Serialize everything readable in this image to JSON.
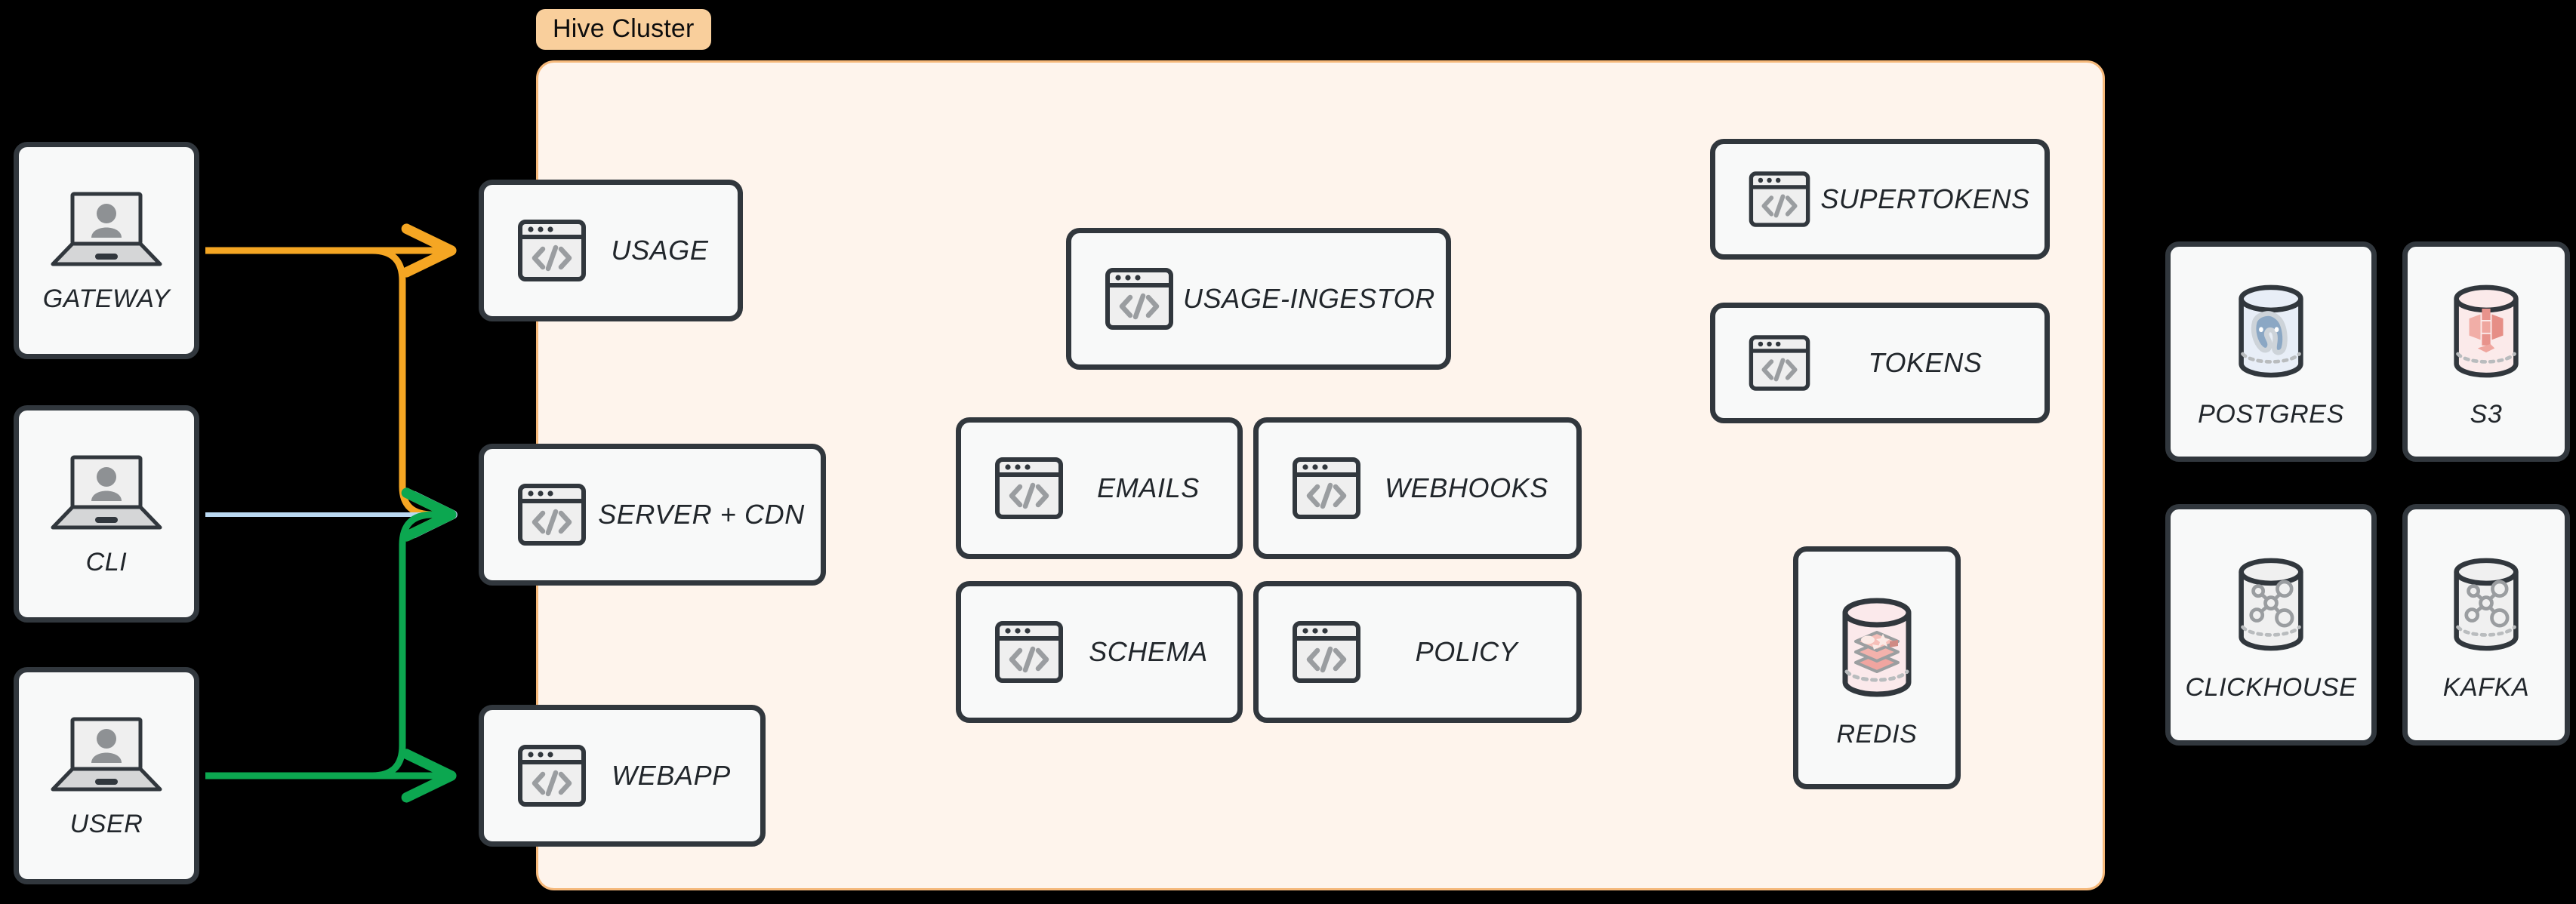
{
  "diagram": {
    "title": "Hive Cluster architecture",
    "background": "#000000",
    "cluster": {
      "label": "Hive Cluster",
      "label_bg": "#F9CF9C",
      "panel_bg": "#FEF4EC",
      "panel_border": "#F5B87A"
    }
  },
  "actors": [
    {
      "label": "GATEWAY",
      "icon": "laptop-user-icon"
    },
    {
      "label": "CLI",
      "icon": "laptop-user-icon"
    },
    {
      "label": "USER",
      "icon": "laptop-user-icon"
    }
  ],
  "edge_services": [
    {
      "label": "USAGE",
      "icon": "code-window-icon"
    },
    {
      "label": "SERVER + CDN",
      "icon": "code-window-icon"
    },
    {
      "label": "WEBAPP",
      "icon": "code-window-icon"
    }
  ],
  "core_services": [
    {
      "label": "USAGE-INGESTOR",
      "icon": "code-window-icon"
    },
    {
      "label": "EMAILS",
      "icon": "code-window-icon"
    },
    {
      "label": "WEBHOOKS",
      "icon": "code-window-icon"
    },
    {
      "label": "SCHEMA",
      "icon": "code-window-icon"
    },
    {
      "label": "POLICY",
      "icon": "code-window-icon"
    }
  ],
  "auth_services": [
    {
      "label": "SUPERTOKENS",
      "icon": "code-window-icon"
    },
    {
      "label": "TOKENS",
      "icon": "code-window-icon"
    }
  ],
  "cluster_datastores": [
    {
      "label": "REDIS",
      "icon": "redis-database-icon"
    }
  ],
  "external_datastores": [
    {
      "label": "POSTGRES",
      "icon": "postgres-database-icon"
    },
    {
      "label": "S3",
      "icon": "s3-database-icon"
    },
    {
      "label": "CLICKHOUSE",
      "icon": "graph-database-icon"
    },
    {
      "label": "KAFKA",
      "icon": "graph-database-icon"
    }
  ],
  "connections": [
    {
      "from": "GATEWAY",
      "to": "USAGE",
      "color": "#F5A623"
    },
    {
      "from": "GATEWAY",
      "to": "SERVER + CDN",
      "color": "#F5A623"
    },
    {
      "from": "CLI",
      "to": "SERVER + CDN",
      "color": "#BBD9F2"
    },
    {
      "from": "USER",
      "to": "SERVER + CDN",
      "color": "#0CA750"
    },
    {
      "from": "USER",
      "to": "WEBAPP",
      "color": "#0CA750"
    }
  ],
  "colors": {
    "gateway_edge": "#F5A623",
    "cli_edge": "#BBD9F2",
    "user_edge": "#0CA750",
    "card_border": "#31373D",
    "card_bg": "#F8F9F9",
    "label_text": "#21262b"
  }
}
